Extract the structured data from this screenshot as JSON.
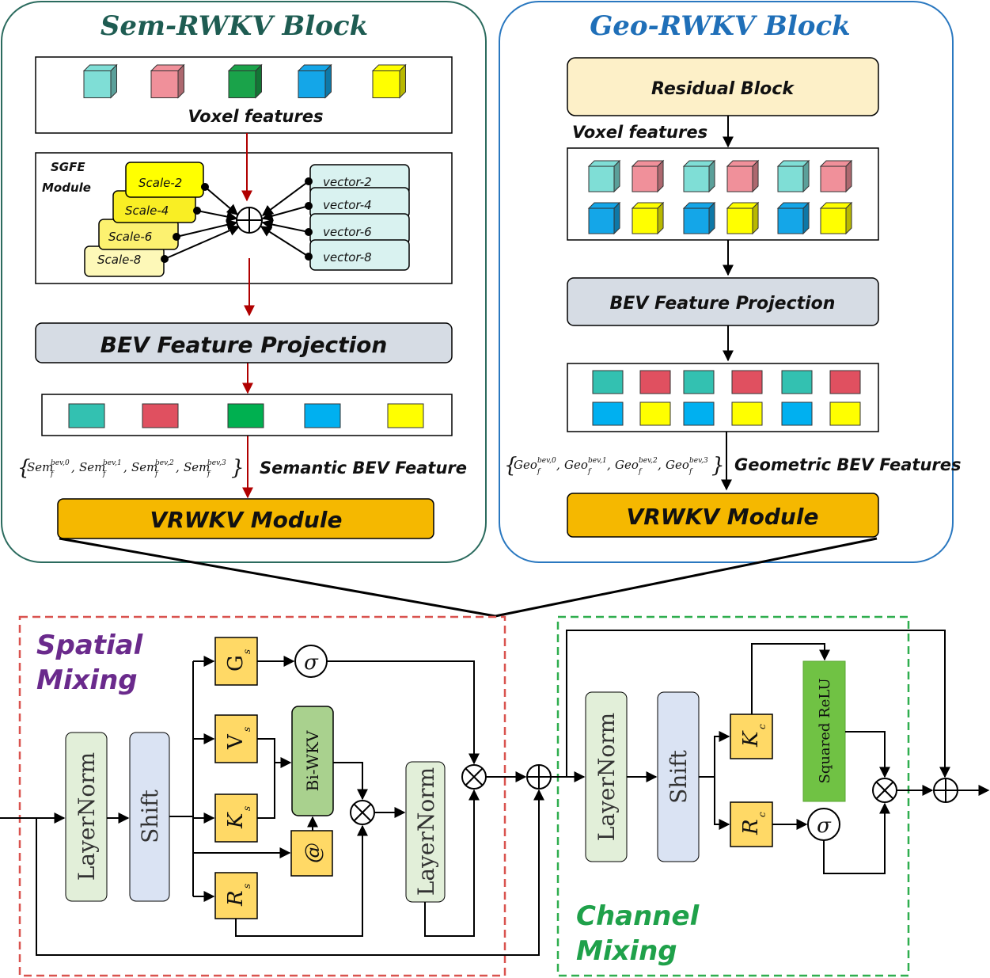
{
  "sem_block": {
    "title": "Sem-RWKV Block",
    "voxel_label": "Voxel features",
    "sgfe_line1": "SGFE",
    "sgfe_line2": "Module",
    "scales": [
      "Scale-2",
      "Scale-4",
      "Scale-6",
      "Scale-8"
    ],
    "vectors": [
      "vector-2",
      "vector-4",
      "vector-6",
      "vector-8"
    ],
    "projection": "BEV Feature Projection",
    "feature_label": "Semantic BEV Feature",
    "feature_set": {
      "open": "{",
      "close": "}",
      "sep": ",",
      "base": "Sem",
      "sub": "f",
      "sups": [
        "bev,0",
        "bev,1",
        "bev,2",
        "bev,3"
      ]
    },
    "module": "VRWKV Module"
  },
  "geo_block": {
    "title": "Geo-RWKV Block",
    "residual": "Residual Block",
    "voxel_label": "Voxel features",
    "projection": "BEV Feature Projection",
    "feature_label": "Geometric BEV Features",
    "feature_set": {
      "open": "{",
      "close": "}",
      "sep": ",",
      "base": "Geo",
      "sub": "f",
      "sups": [
        "bev,0",
        "bev,1",
        "bev,2",
        "bev,3"
      ]
    },
    "module": "VRWKV Module"
  },
  "spatial": {
    "title_line1": "Spatial",
    "title_line2": "Mixing",
    "layernorm": "LayerNorm",
    "shift": "Shift",
    "gates": [
      {
        "letter": "G",
        "sub": "s"
      },
      {
        "letter": "V",
        "sub": "s"
      },
      {
        "letter": "K",
        "sub": "s"
      },
      {
        "letter": "R",
        "sub": "s"
      }
    ],
    "biwkv": "Bi-WKV",
    "at": "@",
    "sigma": "σ",
    "layernorm2": "LayerNorm",
    "mul": "⊗",
    "add": "⊕"
  },
  "channel": {
    "title_line1": "Channel",
    "title_line2": "Mixing",
    "layernorm": "LayerNorm",
    "shift": "Shift",
    "gates": [
      {
        "letter": "K",
        "sub": "c"
      },
      {
        "letter": "R",
        "sub": "c"
      }
    ],
    "relu": "Squared ReLU",
    "sigma": "σ",
    "mul": "⊗",
    "add": "⊕"
  },
  "colors": {
    "sem_frame": "#2b6b5e",
    "geo_frame": "#2a78c0",
    "spatial_dash": "#d9534f",
    "channel_dash": "#2fae4e",
    "gate_fill": "#ffd966",
    "module_fill": "#f5b800",
    "residual_fill": "#fdf0c8",
    "projection_fill": "#d6dce4",
    "layernorm_fill": "#e2efd9",
    "shift_fill": "#dae3f3",
    "biwkv_fill": "#a9d18e",
    "relu_fill": "#70c244",
    "arrow_red": "#b00000",
    "voxel_cyan": "#7fded6",
    "voxel_pink": "#f0909a",
    "voxel_green": "#1aa34a",
    "voxel_blue": "#14a6e8",
    "voxel_yellow": "#ffff00",
    "bev_cyan": "#33c1b1",
    "bev_red": "#e05060",
    "bev_green": "#00b050",
    "bev_blue": "#00b0f0",
    "bev_yellow": "#ffff00"
  }
}
